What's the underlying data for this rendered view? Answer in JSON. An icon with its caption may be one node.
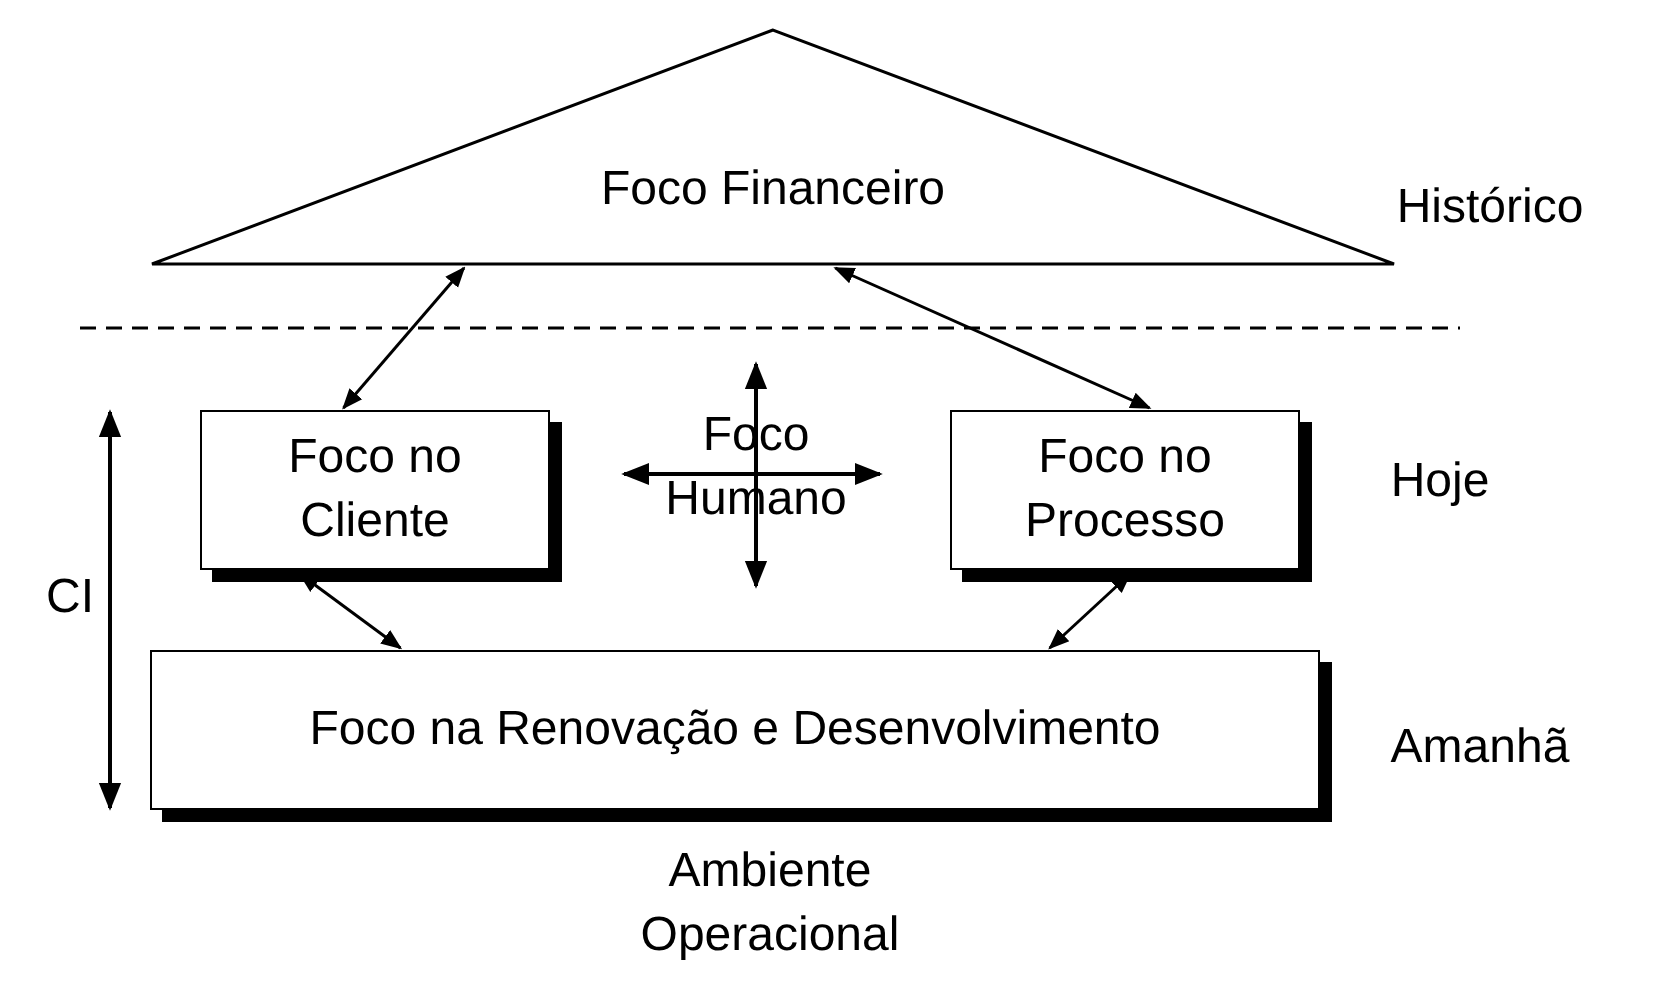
{
  "diagram": {
    "nodes": [
      {
        "text": [
          "Foco Financeiro"
        ]
      },
      {
        "text": [
          "Foco no Cliente"
        ]
      },
      {
        "text": [
          "Foco no Processo"
        ]
      },
      {
        "text": [
          "Foco na Renovação e Desenvolvimento"
        ]
      }
    ],
    "edges": [
      {
        "from": 0,
        "to": 1,
        "arrow": "both"
      },
      {
        "from": 0,
        "to": 2,
        "arrow": "both"
      },
      {
        "from": 1,
        "to": 3,
        "arrow": "both"
      },
      {
        "from": 2,
        "to": 3,
        "arrow": "both"
      }
    ],
    "labels": [
      "Histórico",
      "Foco Humano",
      "Hoje",
      "CI",
      "Amanhã",
      "Ambiente Operacional"
    ]
  }
}
